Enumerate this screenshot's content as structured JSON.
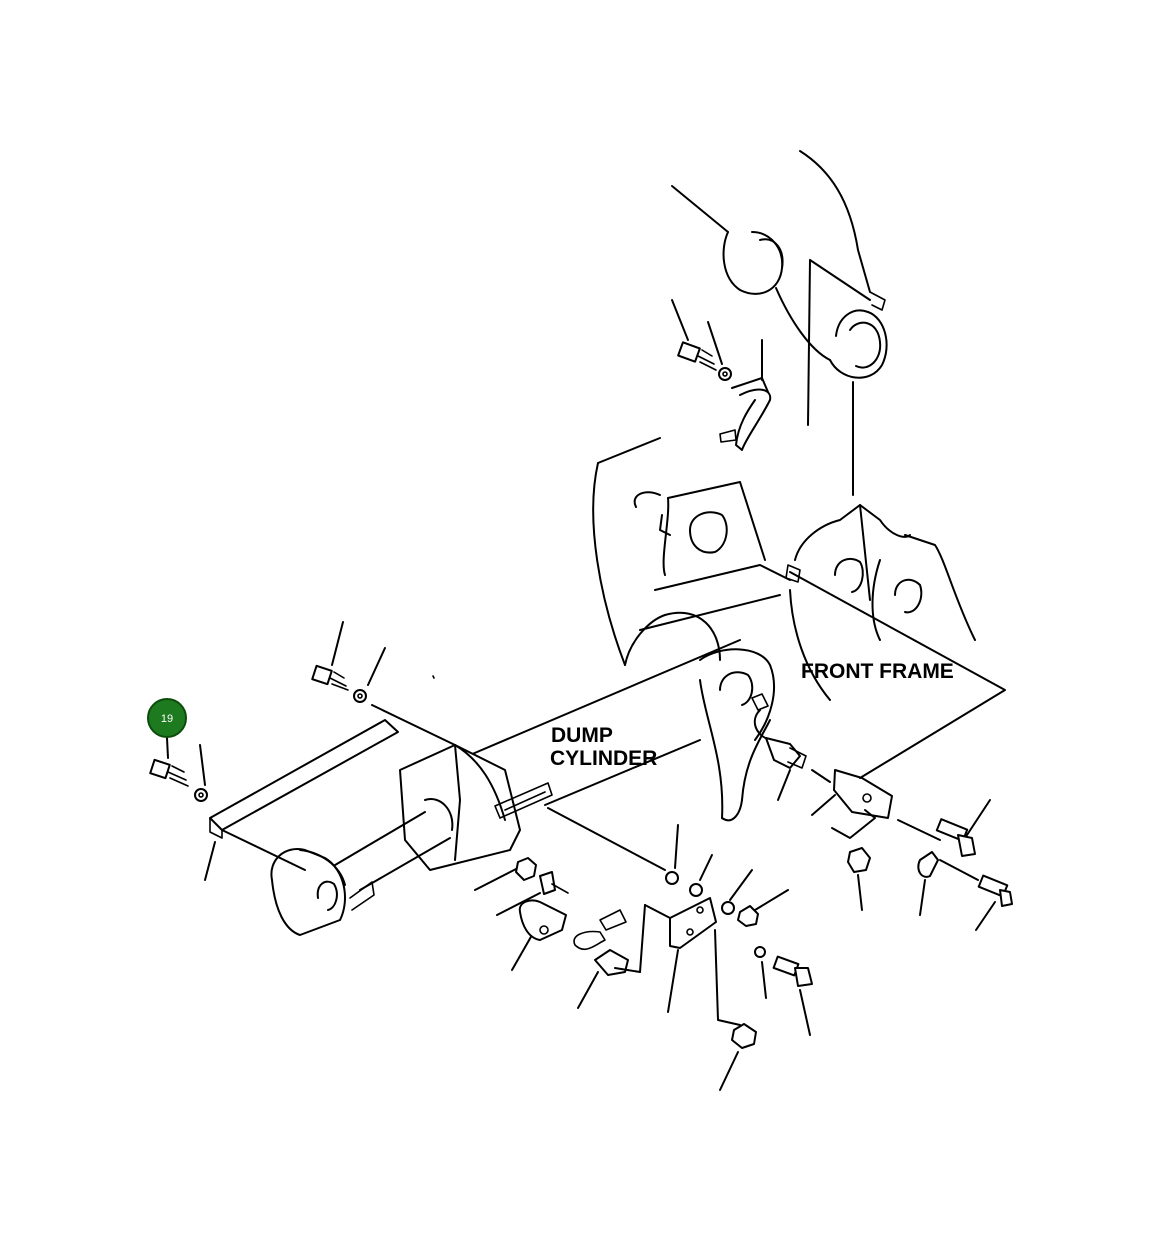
{
  "labels": {
    "front_frame": "FRONT FRAME",
    "dump_line1": "DUMP",
    "dump_line2": "CYLINDER"
  },
  "callout": {
    "number": "19",
    "color": "#1e7a1e",
    "border_color": "#0b4d0b"
  }
}
